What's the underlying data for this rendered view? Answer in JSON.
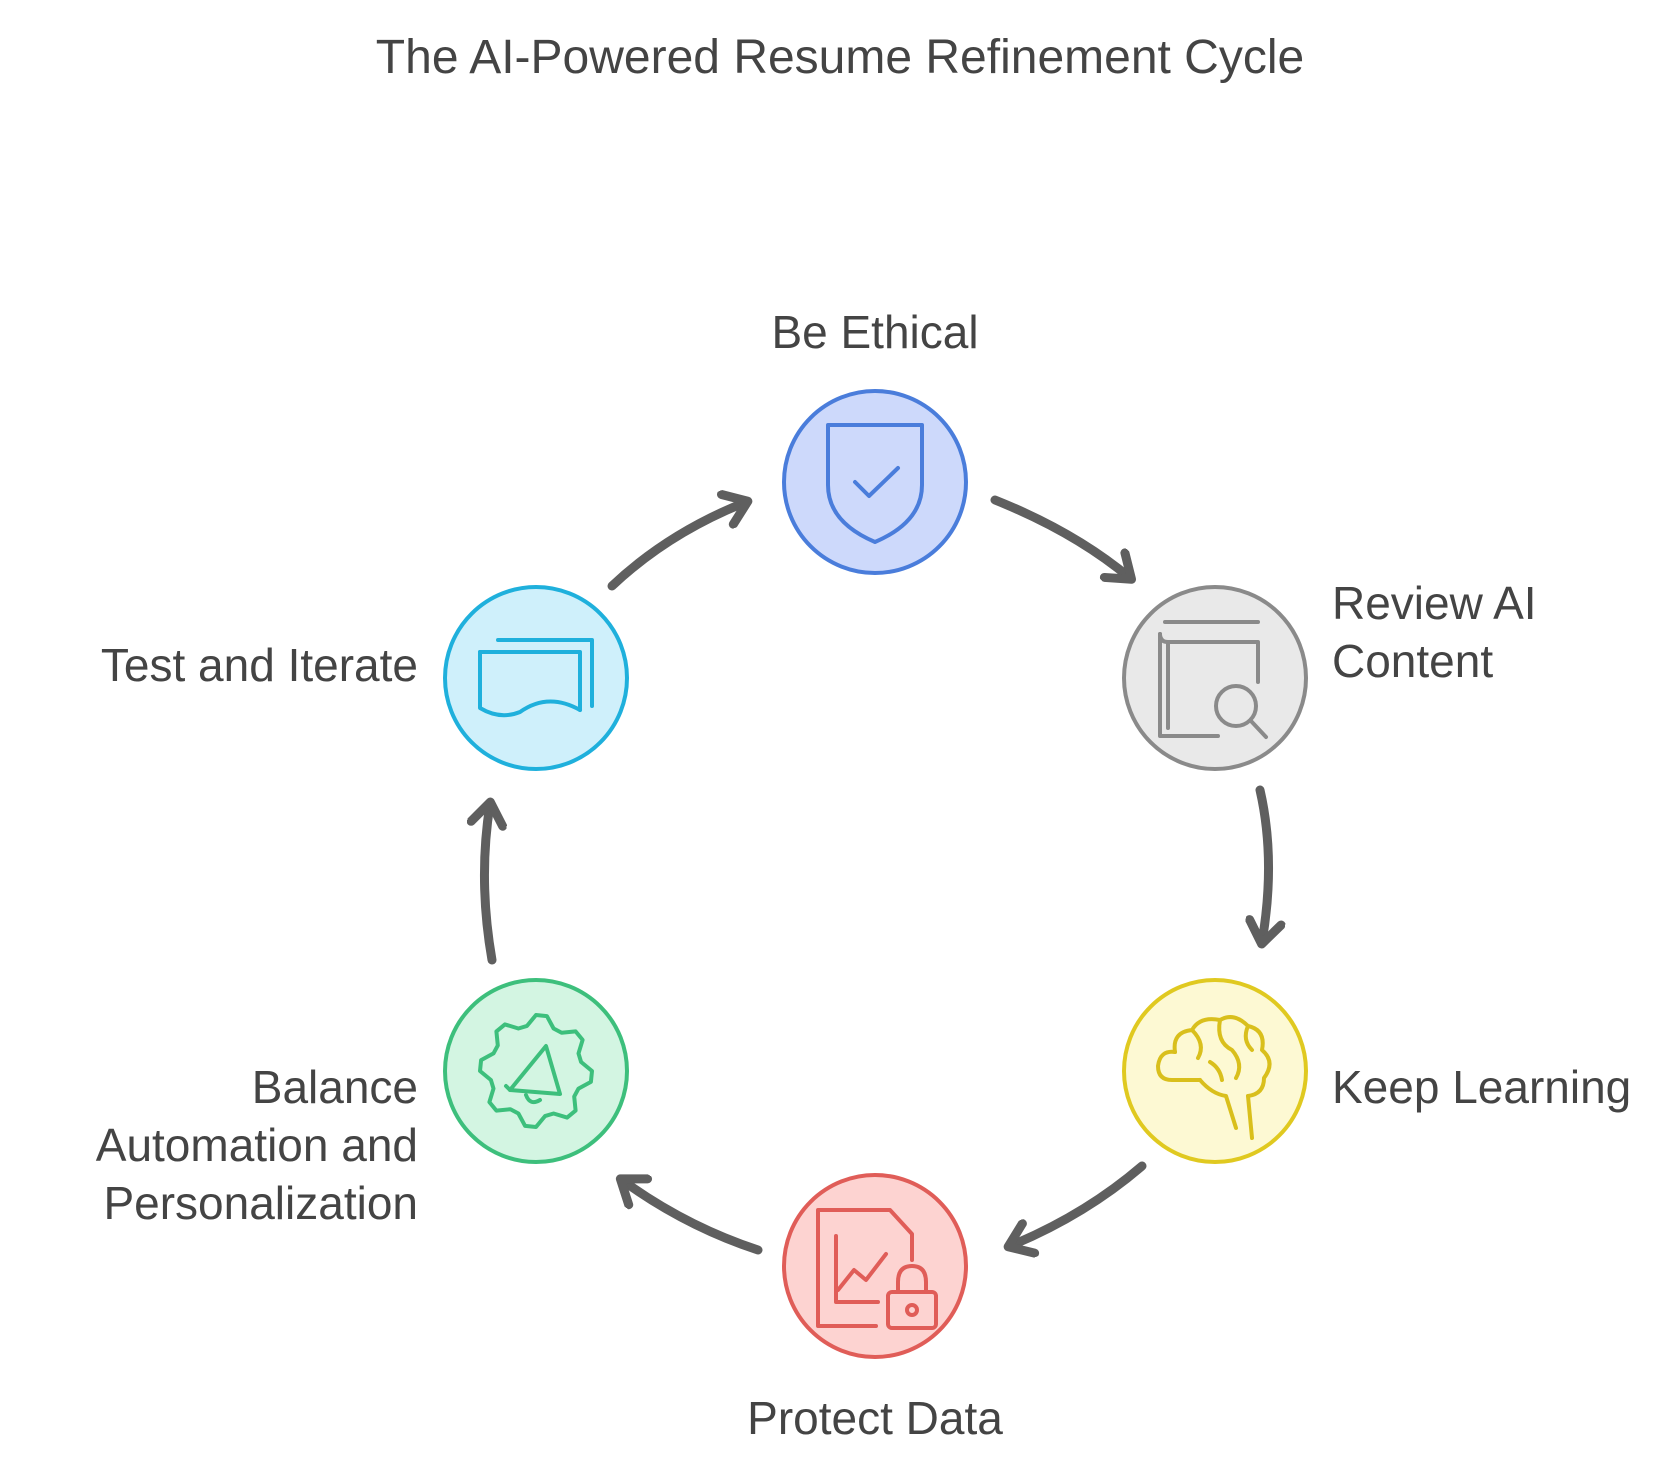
{
  "title": "The AI-Powered Resume Refinement Cycle",
  "steps": [
    {
      "id": "be-ethical",
      "lines": [
        "Be Ethical"
      ],
      "icon": "shield-check-icon",
      "fill": "#cdd9fb",
      "stroke": "#4a7ddb"
    },
    {
      "id": "review-ai-content",
      "lines": [
        "Review AI",
        "Content"
      ],
      "icon": "book-search-icon",
      "fill": "#e9e9e9",
      "stroke": "#8a8a8a"
    },
    {
      "id": "keep-learning",
      "lines": [
        "Keep Learning"
      ],
      "icon": "brain-icon",
      "fill": "#fdf9d3",
      "stroke": "#e0c920"
    },
    {
      "id": "protect-data",
      "lines": [
        "Protect Data"
      ],
      "icon": "locked-document-chart-icon",
      "fill": "#fdd3d1",
      "stroke": "#e05d58"
    },
    {
      "id": "balance-automation",
      "lines": [
        "Balance",
        "Automation and",
        "Personalization"
      ],
      "icon": "gear-megaphone-icon",
      "fill": "#d3f5e2",
      "stroke": "#3dbf7c"
    },
    {
      "id": "test-and-iterate",
      "lines": [
        "Test and Iterate"
      ],
      "icon": "documents-icon",
      "fill": "#cff0fb",
      "stroke": "#1fb0dc"
    }
  ],
  "arrow_color": "#5f5f5f"
}
